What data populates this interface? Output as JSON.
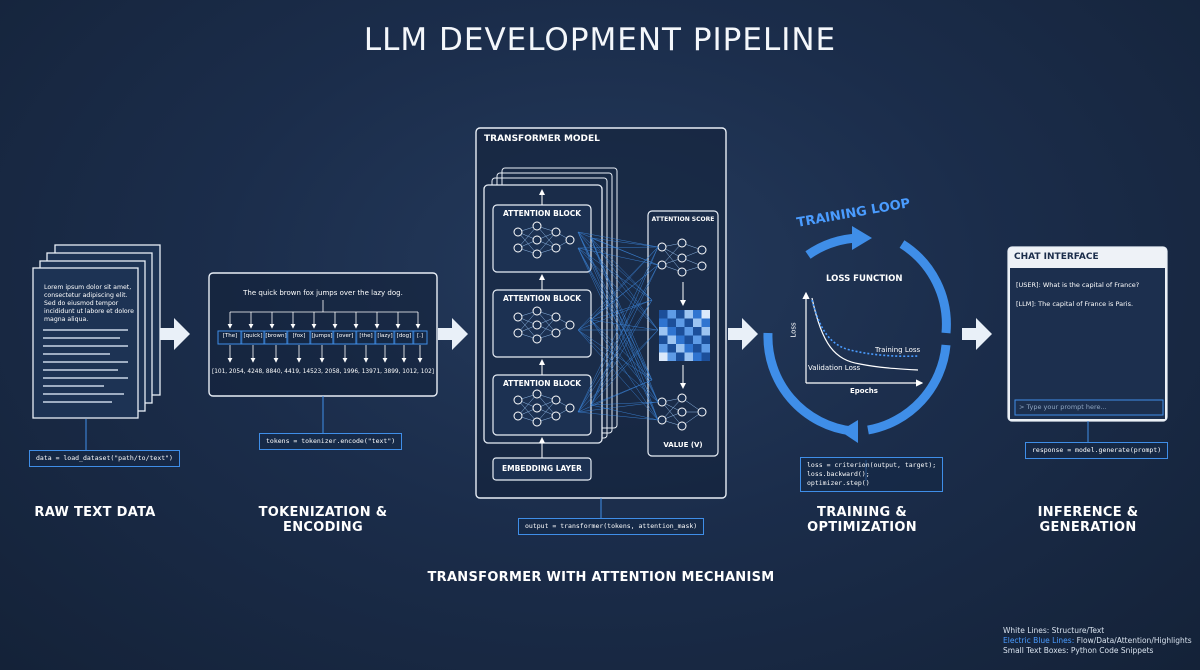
{
  "title": "LLM DEVELOPMENT PIPELINE",
  "stages": {
    "raw": {
      "label": "RAW TEXT DATA",
      "doc_text": "Lorem ipsum dolor sit amet, consectetur adipiscing elit. Sed do eiusmod tempor incididunt ut labore et dolore magna aliqua.",
      "code": "data = load_dataset(\"path/to/text\")"
    },
    "tokenization": {
      "label": "TOKENIZATION & ENCODING",
      "sentence": "The quick brown fox jumps over the lazy dog.",
      "tokens": [
        "[The]",
        "[quick]",
        "[brown]",
        "[fox]",
        "[jumps]",
        "[over]",
        "[the]",
        "[lazy]",
        "[dog]",
        "[.]"
      ],
      "ids": "[101, 2054, 4248, 8840, 4419, 14523, 2058, 1996, 13971, 3899, 1012, 102]",
      "code": "tokens = tokenizer.encode(\"text\")"
    },
    "transformer": {
      "label": "TRANSFORMER WITH ATTENTION MECHANISM",
      "panel_title": "TRANSFORMER MODEL",
      "blocks": [
        "ATTENTION BLOCK",
        "ATTENTION BLOCK",
        "ATTENTION BLOCK"
      ],
      "embedding": "EMBEDDING LAYER",
      "attention_score": "ATTENTION SCORE",
      "value": "VALUE (V)",
      "code": "output = transformer(tokens, attention_mask)"
    },
    "training": {
      "label": "TRAINING & OPTIMIZATION",
      "loop_title": "TRAINING LOOP",
      "loss_function": "LOSS FUNCTION",
      "y_axis": "Loss",
      "x_axis": "Epochs",
      "training_loss": "Training Loss",
      "validation_loss": "Validation Loss",
      "code": "loss = criterion(output, target);\nloss.backward();\noptimizer.step()"
    },
    "inference": {
      "label": "INFERENCE & GENERATION",
      "chat_title": "CHAT INTERFACE",
      "user_msg": "[USER]: What is the capital of France?",
      "llm_msg": "[LLM]: The capital of France is Paris.",
      "input_placeholder": "> Type your prompt here...",
      "code": "response = model.generate(prompt)"
    }
  },
  "legend": {
    "line1": "White Lines: Structure/Text",
    "line2_blue": "Electric Blue Lines:",
    "line2_rest": " Flow/Data/Attention/Highlights",
    "line3": "Small Text Boxes: Python Code Snippets"
  },
  "colors": {
    "accent": "#3f8ee8",
    "structure": "#ffffff",
    "background": "#1b2d4b"
  }
}
